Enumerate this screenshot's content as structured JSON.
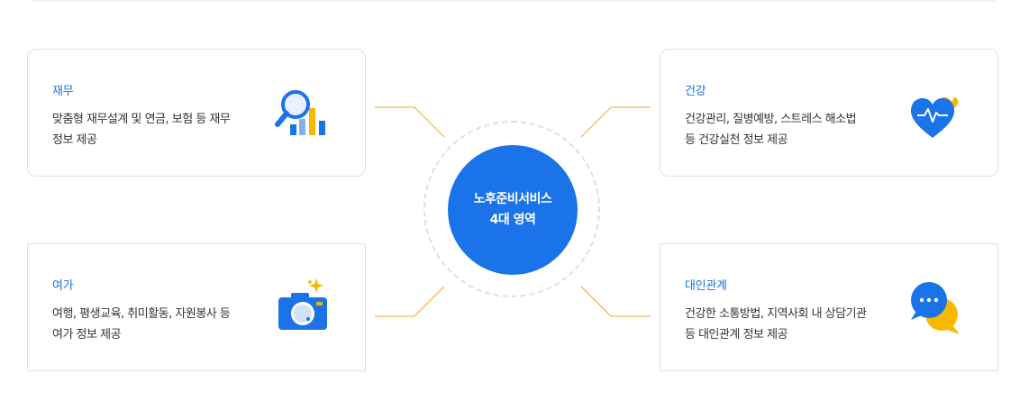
{
  "center": {
    "line1": "노후준비서비스",
    "line2": "4대 영역"
  },
  "areas": {
    "finance": {
      "title": "재무",
      "desc_line1": "맞춤형 재무설계 및 연금, 보험 등 재무",
      "desc_line2": "정보 제공",
      "icon": "magnifier-chart-icon"
    },
    "health": {
      "title": "건강",
      "desc_line1": "건강관리, 질병예방, 스트레스 해소법",
      "desc_line2": "등 건강실천 정보 제공",
      "icon": "heart-pulse-icon"
    },
    "leisure": {
      "title": "여가",
      "desc_line1": "여행, 평생교육, 취미활동, 자원봉사 등",
      "desc_line2": "여가 정보 제공",
      "icon": "camera-icon"
    },
    "relations": {
      "title": "대인관계",
      "desc_line1": "건강한 소통방법, 지역사회 내 상담기관",
      "desc_line2": "등 대인관계 정보 제공",
      "icon": "chat-bubbles-icon"
    }
  },
  "colors": {
    "accent_blue": "#1a73e8",
    "connector_orange": "#f5a623",
    "icon_yellow": "#f9b800",
    "ring_dashed": "#cfe3f7"
  }
}
